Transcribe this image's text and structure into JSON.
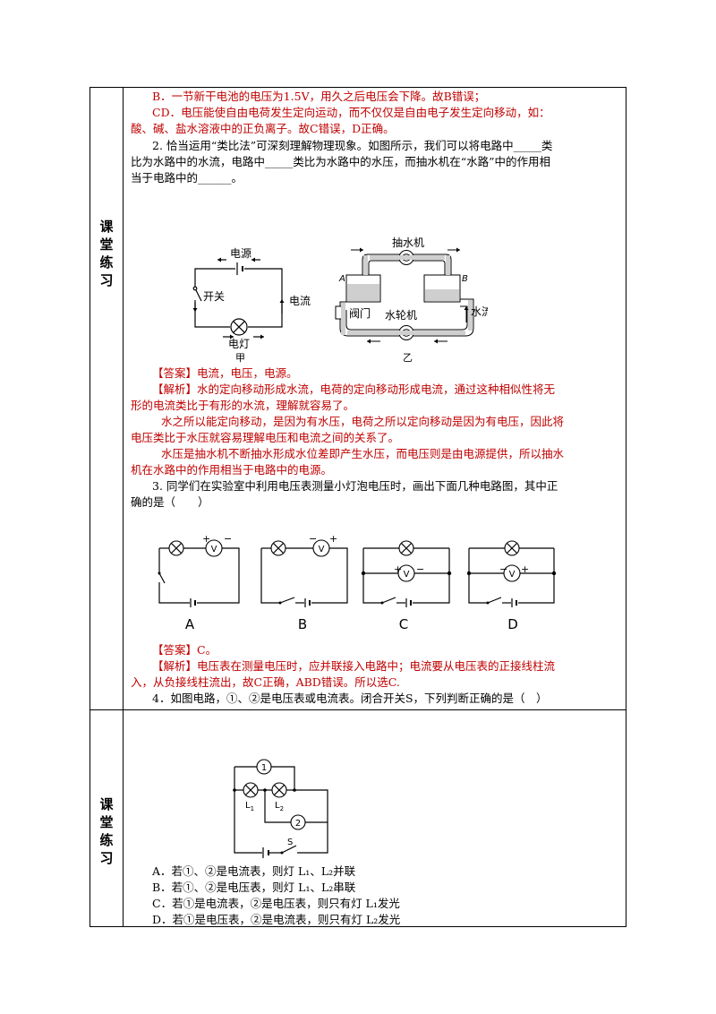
{
  "side_labels": {
    "top": [
      "课",
      "堂",
      "练",
      "习"
    ],
    "bottom": [
      "课",
      "堂",
      "练",
      "习"
    ]
  },
  "q1_tail": {
    "line_b": "B．一节新干电池的电压为1.5V，用久之后电压会下降。故B错误；",
    "line_cd1": "CD．电压能使自由电荷发生定向运动，而不仅仅是自由电子发生定向移动，如：",
    "line_cd2": "酸、碱、盐水溶液中的正负离子。故C错误，D正确。"
  },
  "q2": {
    "line1": "2. 恰当运用“类比法”可深刻理解物理现象。如图所示，我们可以将电路中_____类",
    "line2": "比为水路中的水流，电路中_____类比为水路中的水压，而抽水机在“水路”中的作用相",
    "line3": "当于电路中的______。",
    "fig_jia": {
      "power": "电源",
      "switch": "开关",
      "current": "电流",
      "lamp": "电灯",
      "caption": "甲"
    },
    "fig_yi": {
      "pump": "抽水机",
      "label_a": "A",
      "label_b": "B",
      "valve": "阀门",
      "turbine": "水轮机",
      "waterflow": "水流",
      "caption": "乙"
    },
    "answer": "【答案】电流，电压，电源。",
    "analysis": [
      "【解析】水的定向移动形成水流，电荷的定向移动形成电流，通过这种相似性将无",
      "形的电流类比于有形的水流，理解就容易了。",
      "水之所以能定向移动，是因为有水压，电荷之所以定向移动是因为有电压，因此将",
      "电压类比于水压就容易理解电压和电流之间的关系了。",
      "水压是抽水机不断抽水形成水位差即产生水压，而电压则是由电源提供，所以抽水",
      "机在水路中的作用相当于电路中的电源。"
    ]
  },
  "q3": {
    "line1": "3. 同学们在实验室中利用电压表测量小灯泡电压时，画出下面几种电路图，其中正",
    "line2": "确的是（　　）",
    "options": [
      "A",
      "B",
      "C",
      "D"
    ],
    "meter": "V",
    "answer": "【答案】C。",
    "analysis": [
      "【解析】电压表在测量电压时，应并联接入电路中；电流要从电压表的正接线柱流",
      "入，从负接线柱流出，故C正确，ABD错误。所以选C."
    ]
  },
  "q4": {
    "line1": "4．如图电路，①、②是电压表或电流表。闭合开关S，下列判断正确的是（　）",
    "fig": {
      "m1": "1",
      "m2": "2",
      "l1": "L",
      "l1_sub": "1",
      "l2": "L",
      "l2_sub": "2",
      "s": "S"
    },
    "choices": [
      "A．若①、②是电流表，则灯 L₁、L₂并联",
      "B．若①、②是电压表，则灯 L₁、L₂串联",
      "C．若①是电流表，②是电压表，则只有灯 L₁发光",
      "D．若①是电压表，②是电流表，则只有灯 L₂发光"
    ]
  }
}
